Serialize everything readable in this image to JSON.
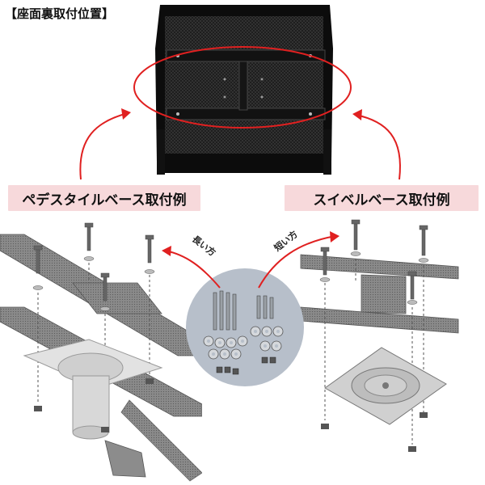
{
  "header": {
    "title": "【座面裏取付位置】"
  },
  "left_panel": {
    "label": "ペデスタイルベース取付例"
  },
  "right_panel": {
    "label": "スイベルベース取付例"
  },
  "hardware": {
    "long_label": "長い方",
    "short_label": "短い方"
  },
  "colors": {
    "accent_red": "#e02020",
    "banner_pink": "#f7d9db",
    "hardware_circle": "#b7bfca"
  }
}
